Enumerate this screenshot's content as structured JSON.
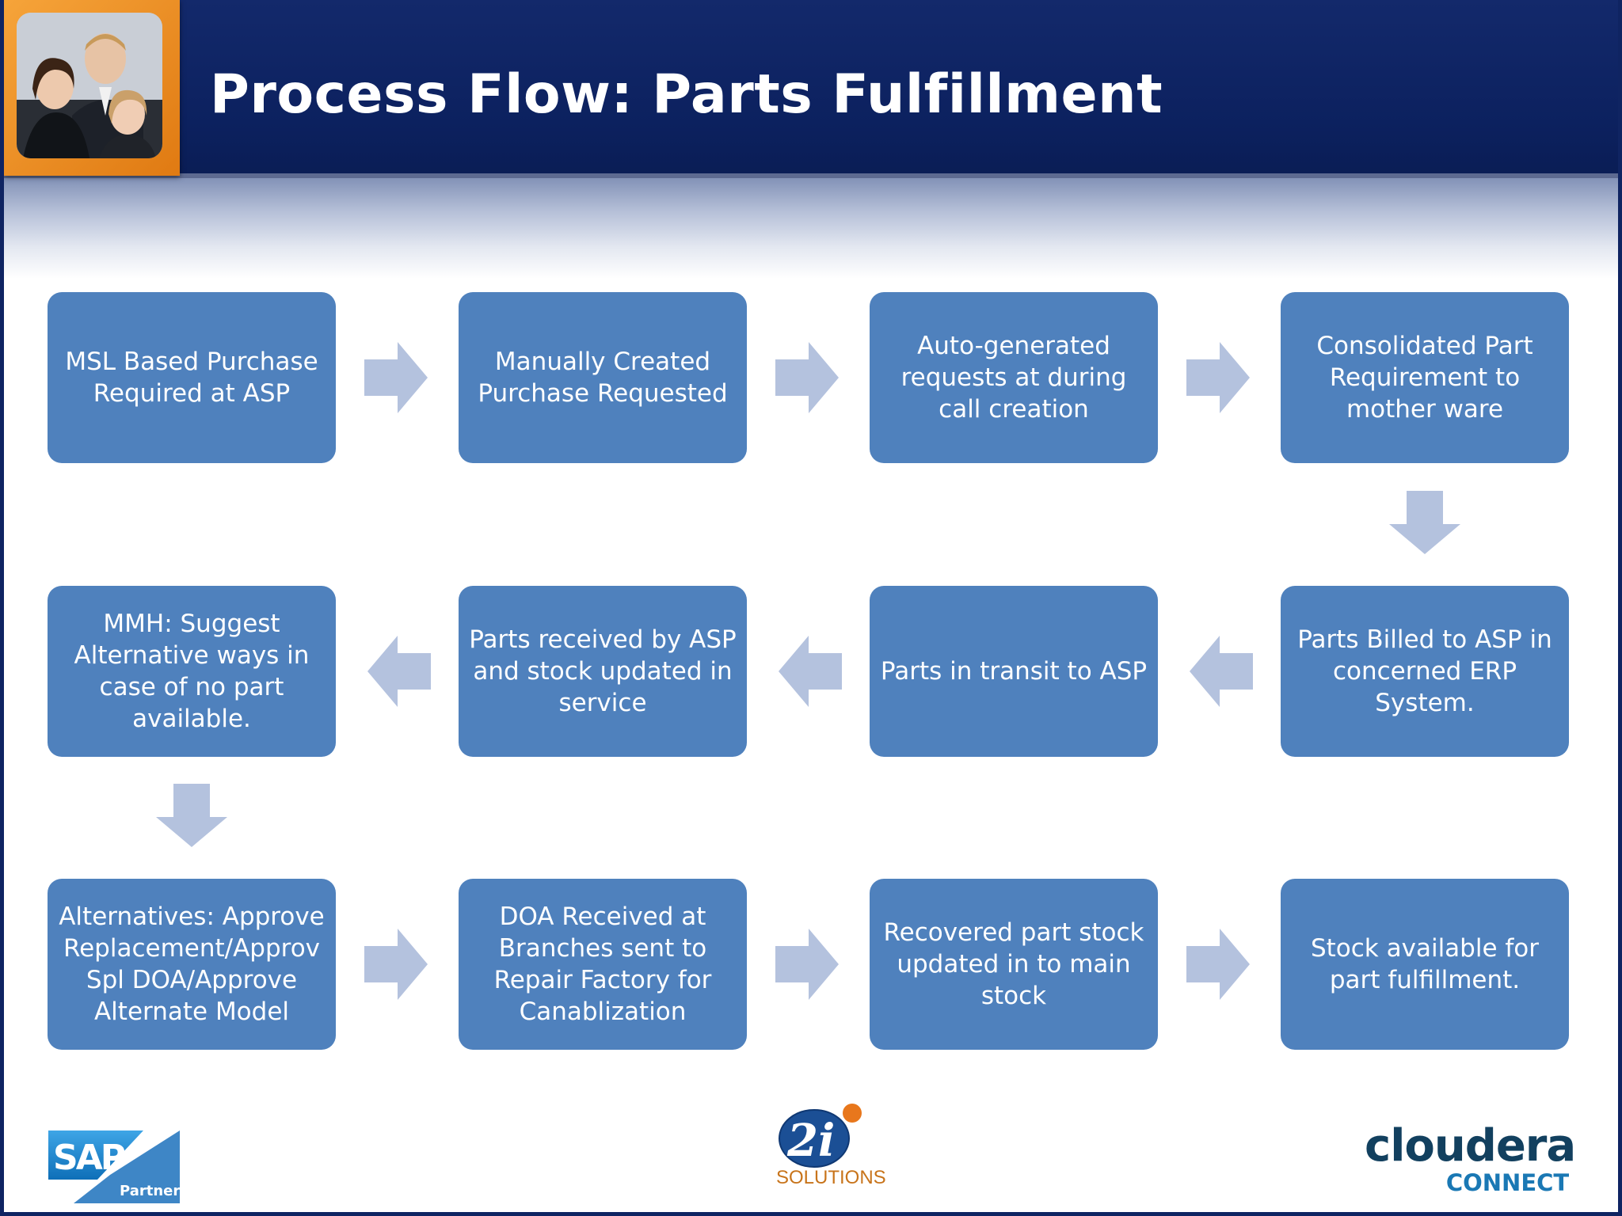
{
  "title": "Process Flow: Parts Fulfillment",
  "colors": {
    "header": "#0c215f",
    "box": "#4f81bd",
    "arrow": "#b4c2de",
    "photo_frame": "#f39a2c"
  },
  "steps": [
    "MSL Based Purchase Required at ASP",
    "Manually Created Purchase Requested",
    "Auto-generated requests at during call creation",
    "Consolidated Part Requirement to mother ware",
    "Parts Billed to ASP in concerned ERP System.",
    "Parts in transit to ASP",
    "Parts received by ASP and stock updated in service",
    "MMH: Suggest Alternative ways in case of  no part available.",
    "Alternatives: Approve Replacement/Approv Spl DOA/Approve Alternate Model",
    "DOA Received at Branches sent to Repair Factory for Canablization",
    "Recovered part stock updated in to main stock",
    "Stock available for part fulfillment."
  ],
  "logos": {
    "sap": {
      "mark": "SAP",
      "badge": "Partner"
    },
    "two_i": {
      "mark": "2i",
      "word": "SOLUTIONS"
    },
    "cloudera": {
      "word": "cloudera",
      "sub": "CONNECT"
    }
  }
}
